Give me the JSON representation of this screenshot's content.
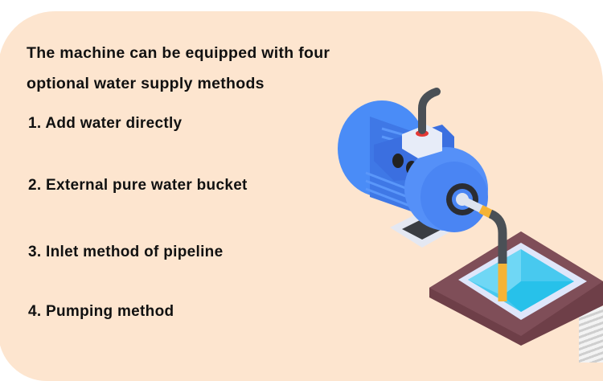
{
  "title_lines": [
    "The machine can be equipped with four",
    "optional water supply methods"
  ],
  "methods": [
    "1. Add water directly",
    "2. External pure water bucket",
    "3. Inlet method of pipeline",
    "4. Pumping method"
  ],
  "colors": {
    "background": "#fde5cf",
    "pump": "#4a8cf7",
    "water": "#48c9ef",
    "frame": "#7b4b55",
    "hose": "#f5b335"
  }
}
